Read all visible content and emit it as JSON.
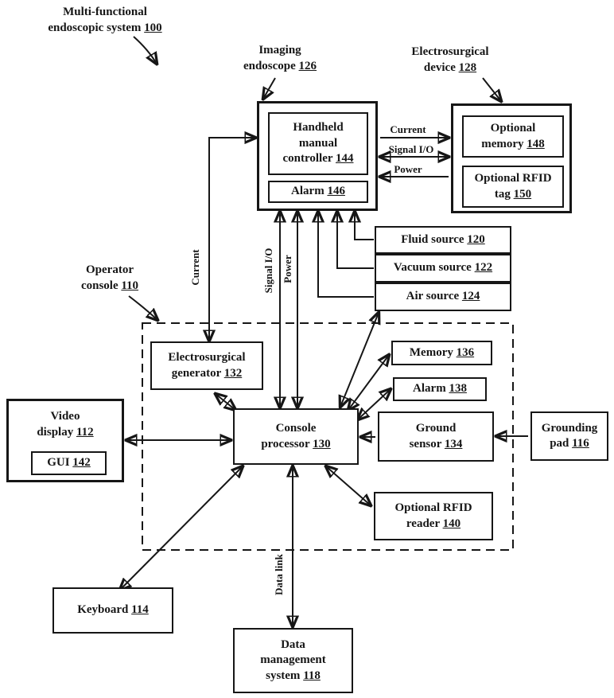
{
  "colors": {
    "ink": "#161616",
    "paper": "#ffffff"
  },
  "title": {
    "label": "Multi-functional endoscopic system",
    "ref": "100"
  },
  "callouts": {
    "imaging_endoscope": {
      "label": "Imaging endoscope",
      "ref": "126"
    },
    "electrosurgical_device": {
      "label": "Electrosurgical device",
      "ref": "128"
    },
    "operator_console": {
      "label": "Operator console",
      "ref": "110"
    }
  },
  "nodes": {
    "handheld_controller": {
      "label": "Handheld manual controller",
      "ref": "144"
    },
    "alarm_handheld": {
      "label": "Alarm",
      "ref": "146"
    },
    "optional_memory": {
      "label": "Optional memory",
      "ref": "148"
    },
    "optional_rfid_tag": {
      "label": "Optional RFID tag",
      "ref": "150"
    },
    "fluid_source": {
      "label": "Fluid source",
      "ref": "120"
    },
    "vacuum_source": {
      "label": "Vacuum source",
      "ref": "122"
    },
    "air_source": {
      "label": "Air source",
      "ref": "124"
    },
    "electrosurgical_generator": {
      "label": "Electrosurgical generator",
      "ref": "132"
    },
    "memory": {
      "label": "Memory",
      "ref": "136"
    },
    "alarm_console": {
      "label": "Alarm",
      "ref": "138"
    },
    "video_display": {
      "label": "Video display",
      "ref": "112"
    },
    "gui": {
      "label": "GUI",
      "ref": "142"
    },
    "console_processor": {
      "label": "Console processor",
      "ref": "130"
    },
    "ground_sensor": {
      "label": "Ground sensor",
      "ref": "134"
    },
    "grounding_pad": {
      "label": "Grounding pad",
      "ref": "116"
    },
    "optional_rfid_reader": {
      "label": "Optional RFID reader",
      "ref": "140"
    },
    "keyboard": {
      "label": "Keyboard",
      "ref": "114"
    },
    "data_management_system": {
      "label": "Data management system",
      "ref": "118"
    }
  },
  "wire_labels": {
    "current_horizontal": "Current",
    "signal_io_horizontal": "Signal I/O",
    "power_horizontal": "Power",
    "current_vertical": "Current",
    "signal_io_vertical": "Signal I/O",
    "power_vertical": "Power",
    "data_link": "Data link"
  }
}
